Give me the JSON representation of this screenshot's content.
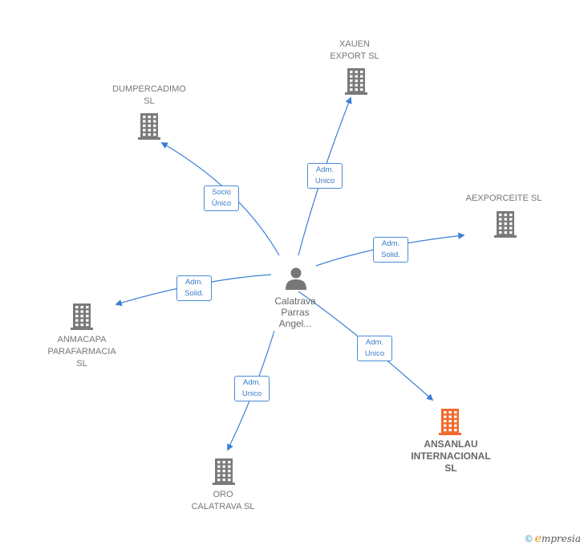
{
  "center": {
    "label": "Calatrava\nParras\nAngel..."
  },
  "nodes": [
    {
      "id": "xauen",
      "label": "XAUEN\nEXPORT  SL",
      "color": "#7a7a7a",
      "main": false
    },
    {
      "id": "dumpercadimo",
      "label": "DUMPERCADIMO\nSL",
      "color": "#7a7a7a",
      "main": false
    },
    {
      "id": "aexporceite",
      "label": "AEXPORCEITE SL",
      "color": "#7a7a7a",
      "main": false
    },
    {
      "id": "anmacapa",
      "label": "ANMACAPA\nPARAFARMACIA\nSL",
      "color": "#7a7a7a",
      "main": false
    },
    {
      "id": "ansanlau",
      "label": "ANSANLAU\nINTERNACIONAL\nSL",
      "color": "#f26a2e",
      "main": true
    },
    {
      "id": "oro",
      "label": "ORO\nCALATRAVA  SL",
      "color": "#7a7a7a",
      "main": false
    }
  ],
  "edges": [
    {
      "to": "xauen",
      "label": "Adm.\nUnico"
    },
    {
      "to": "dumpercadimo",
      "label": "Socio\nÚnico"
    },
    {
      "to": "aexporceite",
      "label": "Adm.\nSolid."
    },
    {
      "to": "anmacapa",
      "label": "Adm.\nSolid."
    },
    {
      "to": "ansanlau",
      "label": "Adm.\nUnico"
    },
    {
      "to": "oro",
      "label": "Adm.\nUnico"
    }
  ],
  "colors": {
    "edge": "#3a7fd5",
    "person": "#777777"
  },
  "footer": {
    "copyright": "©",
    "brand_initial": "e",
    "brand_rest": "mpresia"
  }
}
